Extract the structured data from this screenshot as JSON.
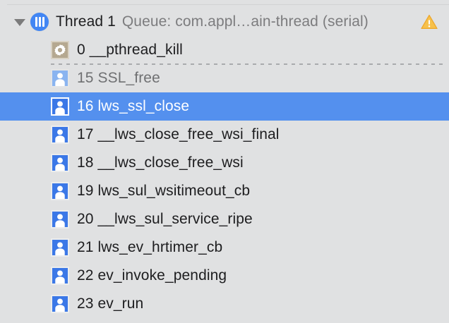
{
  "window": {
    "title": "Debug Navigator — Thread stack frames"
  },
  "colors": {
    "background": "#e0e1e2",
    "selection": "#5490ee",
    "thread_accent": "#4286f4",
    "frame_user_icon": "#3b78e7",
    "frame_dimmed_icon": "#8ab4f0",
    "system_icon": "#b5a890",
    "warning": "#f5b335",
    "text_primary": "#1d1d1f",
    "text_secondary": "#7c7c7e",
    "separator": "#a9abad"
  },
  "thread": {
    "disclosure_icon": "triangle-down-icon",
    "disclosure_state": "expanded",
    "thread_icon": "thread-bars-icon",
    "name": "Thread 1",
    "queue": "Queue: com.appl…ain-thread (serial)",
    "warning_icon": "warning-triangle-icon"
  },
  "frames": [
    {
      "index": "0",
      "symbol": "__pthread_kill",
      "label": "0 __pthread_kill",
      "icon": "gear-icon",
      "kind": "system",
      "dimmed": false,
      "selected": false
    },
    {
      "index": "15",
      "symbol": "SSL_free",
      "label": "15 SSL_free",
      "icon": "person-icon",
      "kind": "user",
      "dimmed": true,
      "selected": false
    },
    {
      "index": "16",
      "symbol": "lws_ssl_close",
      "label": "16 lws_ssl_close",
      "icon": "person-icon",
      "kind": "user",
      "dimmed": false,
      "selected": true
    },
    {
      "index": "17",
      "symbol": "__lws_close_free_wsi_final",
      "label": "17 __lws_close_free_wsi_final",
      "icon": "person-icon",
      "kind": "user",
      "dimmed": false,
      "selected": false
    },
    {
      "index": "18",
      "symbol": "__lws_close_free_wsi",
      "label": "18 __lws_close_free_wsi",
      "icon": "person-icon",
      "kind": "user",
      "dimmed": false,
      "selected": false
    },
    {
      "index": "19",
      "symbol": "lws_sul_wsitimeout_cb",
      "label": "19 lws_sul_wsitimeout_cb",
      "icon": "person-icon",
      "kind": "user",
      "dimmed": false,
      "selected": false
    },
    {
      "index": "20",
      "symbol": "__lws_sul_service_ripe",
      "label": "20 __lws_sul_service_ripe",
      "icon": "person-icon",
      "kind": "user",
      "dimmed": false,
      "selected": false
    },
    {
      "index": "21",
      "symbol": "lws_ev_hrtimer_cb",
      "label": "21 lws_ev_hrtimer_cb",
      "icon": "person-icon",
      "kind": "user",
      "dimmed": false,
      "selected": false
    },
    {
      "index": "22",
      "symbol": "ev_invoke_pending",
      "label": "22 ev_invoke_pending",
      "icon": "person-icon",
      "kind": "user",
      "dimmed": false,
      "selected": false
    },
    {
      "index": "23",
      "symbol": "ev_run",
      "label": "23 ev_run",
      "icon": "person-icon",
      "kind": "user",
      "dimmed": false,
      "selected": false
    }
  ],
  "separator_after_frame_index": 0
}
